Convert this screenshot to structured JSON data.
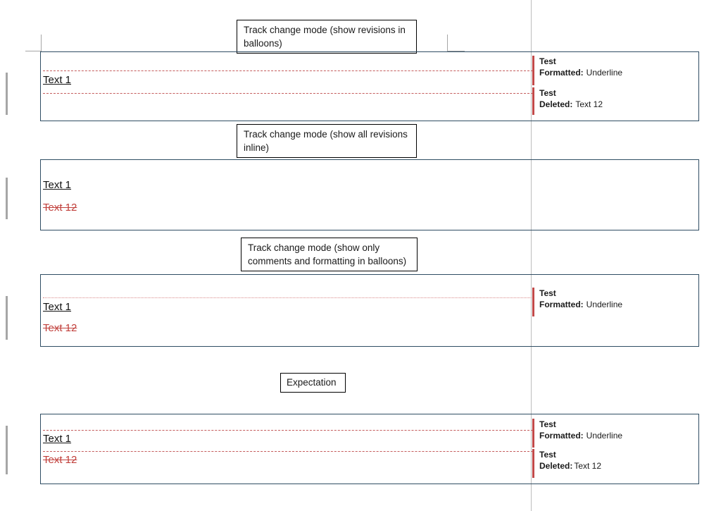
{
  "colors": {
    "content_box_border": "#2f4d63",
    "label_box_border": "#000000",
    "revision_red": "#c24a4a",
    "deleted_text_red": "#c1403c",
    "dashed_line_red": "#c45c5c",
    "margin_guide_gray": "#bdbdbd",
    "change_bar_gray": "#a6a6a6"
  },
  "sections": [
    {
      "label": "Track change mode (show revisions in balloons)",
      "text1": "Text 1",
      "balloons": [
        {
          "author": "Test",
          "action": "Formatted:",
          "detail": "Underline"
        },
        {
          "author": "Test",
          "action": "Deleted:",
          "detail": "Text 12"
        }
      ]
    },
    {
      "label": "Track change mode (show all revisions inline)",
      "text1": "Text 1",
      "text12": "Text 12"
    },
    {
      "label": "Track change mode (show only comments and formatting in balloons)",
      "text1": "Text 1",
      "text12": "Text 12",
      "balloons": [
        {
          "author": "Test",
          "action": "Formatted:",
          "detail": "Underline"
        }
      ]
    },
    {
      "label": "Expectation",
      "text1": "Text 1",
      "text12": "Text 12",
      "balloons": [
        {
          "author": "Test",
          "action": "Formatted:",
          "detail": "Underline"
        },
        {
          "author": "Test",
          "action": "Deleted:",
          "detail": "Text 12"
        }
      ]
    }
  ]
}
